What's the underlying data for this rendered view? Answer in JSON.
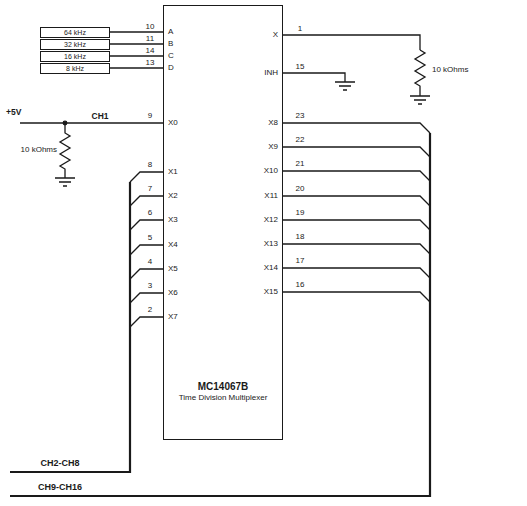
{
  "diagram": {
    "nodes": [
      {
        "text": [
          "64 kHz"
        ]
      },
      {
        "text": [
          "32 kHz"
        ]
      },
      {
        "text": [
          "16 kHz"
        ]
      },
      {
        "text": [
          "8 kHz"
        ]
      },
      {
        "text": [
          "MC14067B",
          "Time Division Multiplexer"
        ]
      }
    ],
    "edges": [
      {
        "from": 0,
        "to": 4,
        "arrow": "none"
      },
      {
        "from": 1,
        "to": 4,
        "arrow": "none"
      },
      {
        "from": 2,
        "to": 4,
        "arrow": "none"
      },
      {
        "from": 3,
        "to": 4,
        "arrow": "none"
      }
    ],
    "labels": [
      "A",
      "B",
      "C",
      "D",
      "10",
      "11",
      "14",
      "13",
      "X",
      "1",
      "INH",
      "15",
      "10 kOhms",
      "+5V",
      "CH1",
      "9",
      "X0",
      "10 kOhms",
      "8",
      "X1",
      "7",
      "X2",
      "6",
      "X3",
      "5",
      "X4",
      "4",
      "X5",
      "3",
      "X6",
      "2",
      "X7",
      "23",
      "X8",
      "22",
      "X9",
      "21",
      "X10",
      "20",
      "X11",
      "19",
      "X12",
      "18",
      "X13",
      "17",
      "X14",
      "16",
      "X15",
      "CH2-CH8",
      "CH9-CH16"
    ]
  }
}
